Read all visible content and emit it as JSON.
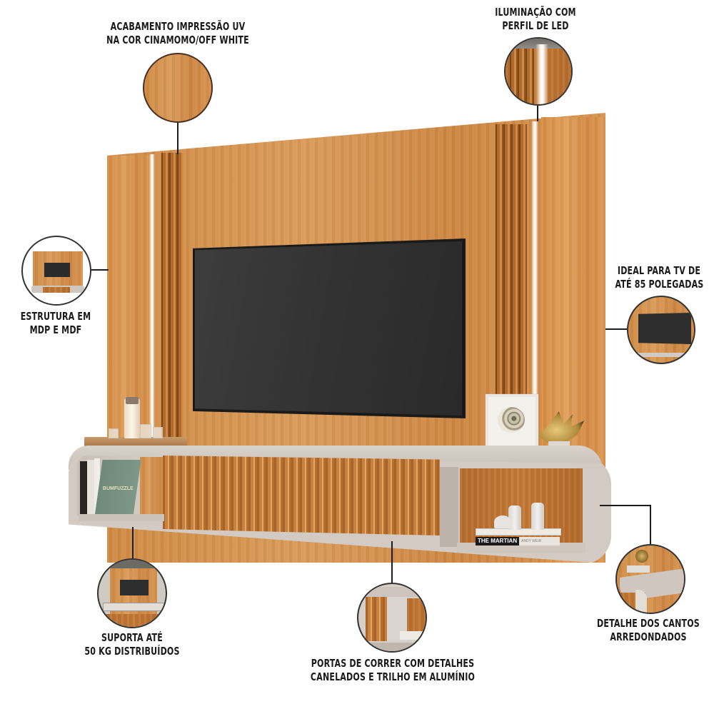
{
  "callouts": {
    "finish": {
      "line1": "ACABAMENTO IMPRESSÃO UV",
      "line2": "NA COR CINAMOMO/OFF WHITE",
      "icon": "wood-swatch-icon"
    },
    "lighting": {
      "line1": "ILUMINAÇÃO COM",
      "line2": "PERFIL DE LED",
      "icon": "led-profile-icon"
    },
    "structure": {
      "line1": "ESTRUTURA EM",
      "line2": "MDP E MDF",
      "icon": "panel-thumbnail-icon"
    },
    "tv_size": {
      "line1": "IDEAL PARA TV DE",
      "line2": "ATÉ 85 POLEGADAS",
      "icon": "tv-thumbnail-icon"
    },
    "load": {
      "line1": "SUPORTA ATÉ",
      "line2": "50 KG DISTRIBUÍDOS",
      "icon": "room-thumbnail-icon"
    },
    "doors": {
      "line1": "PORTAS DE CORRER COM DETALHES",
      "line2": "CANELADOS E TRILHO EM ALUMÍNIO",
      "icon": "sliding-door-icon"
    },
    "corners": {
      "line1": "DETALHE DOS CANTOS",
      "line2": "ARREDONDADOS",
      "icon": "rounded-corner-icon"
    }
  },
  "product": {
    "books": {
      "right_shelf_title": "THE MARTIAN",
      "right_shelf_author": "ANDY WEIR",
      "left_shelf_title": "BUMFUZZLE"
    },
    "colors": {
      "wood": "#d18e4a",
      "wood_dark": "#b56c2c",
      "off_white": "#d3cbc3",
      "tv": "#2e2e2e",
      "led": "#fff8ea"
    }
  }
}
